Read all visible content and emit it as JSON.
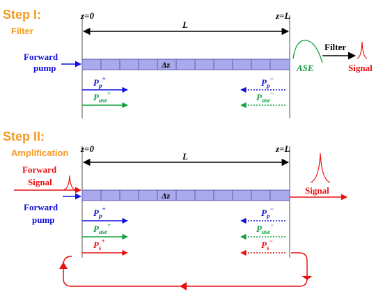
{
  "step1": {
    "title": "Step I:",
    "subtitle": "Filter",
    "z0": "z=0",
    "zL": "z=L",
    "length": "L",
    "dz": "Δz",
    "forward_pump_line1": "Forward",
    "forward_pump_line2": "pump",
    "ase": "ASE",
    "filter": "Filter",
    "signal": "Signal",
    "Pp_plus_base": "P",
    "Pp_plus_sub": "p",
    "Pp_plus_sup": "+",
    "Pase_plus_base": "P",
    "Pase_plus_sub": "ase",
    "Pase_plus_sup": "+",
    "Pp_minus_base": "P",
    "Pp_minus_sub": "p",
    "Pp_minus_sup": "−",
    "Pase_minus_base": "P",
    "Pase_minus_sub": "ase",
    "Pase_minus_sup": "−"
  },
  "step2": {
    "title": "Step II:",
    "subtitle": "Amplification",
    "z0": "z=0",
    "zL": "z=L",
    "length": "L",
    "dz": "Δz",
    "forward_signal_line1": "Forward",
    "forward_signal_line2": "Signal",
    "forward_pump_line1": "Forward",
    "forward_pump_line2": "pump",
    "signal": "Signal",
    "Pp_plus_base": "P",
    "Pp_plus_sub": "p",
    "Pp_plus_sup": "+",
    "Pase_plus_base": "P",
    "Pase_plus_sub": "ase",
    "Pase_plus_sup": "+",
    "Ps_plus_base": "P",
    "Ps_plus_sub": "s",
    "Ps_plus_sup": "+",
    "Pp_minus_base": "P",
    "Pp_minus_sub": "p",
    "Pp_minus_sup": "−",
    "Pase_minus_base": "P",
    "Pase_minus_sub": "ase",
    "Pase_minus_sup": "−",
    "Ps_minus_base": "P",
    "Ps_minus_sub": "s",
    "Ps_minus_sup": "−"
  },
  "colors": {
    "step_title": "#f59a23",
    "pump": "#1010e0",
    "ase": "#10a040",
    "signal": "#e81010",
    "fiber_fill": "#a9a9ec",
    "fiber_stroke": "#5a5ab4",
    "text": "#000000"
  }
}
